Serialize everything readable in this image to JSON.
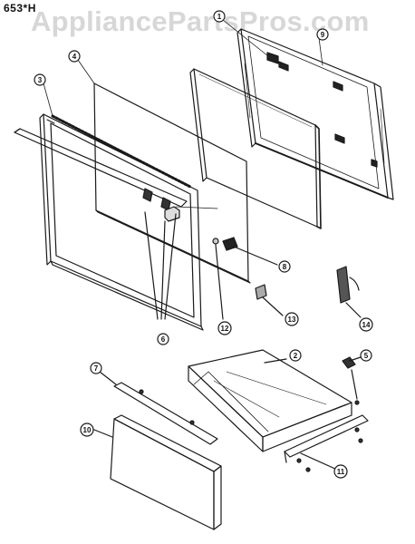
{
  "header": {
    "model_number": "653*H",
    "watermark": "AppliancePartsPros.com"
  },
  "callouts": {
    "c1": "1",
    "c2": "2",
    "c3": "3",
    "c4": "4",
    "c5": "5",
    "c6": "6",
    "c7": "7",
    "c8": "8",
    "c9": "9",
    "c10": "10",
    "c11": "11",
    "c12": "12",
    "c13": "13",
    "c14": "14"
  }
}
